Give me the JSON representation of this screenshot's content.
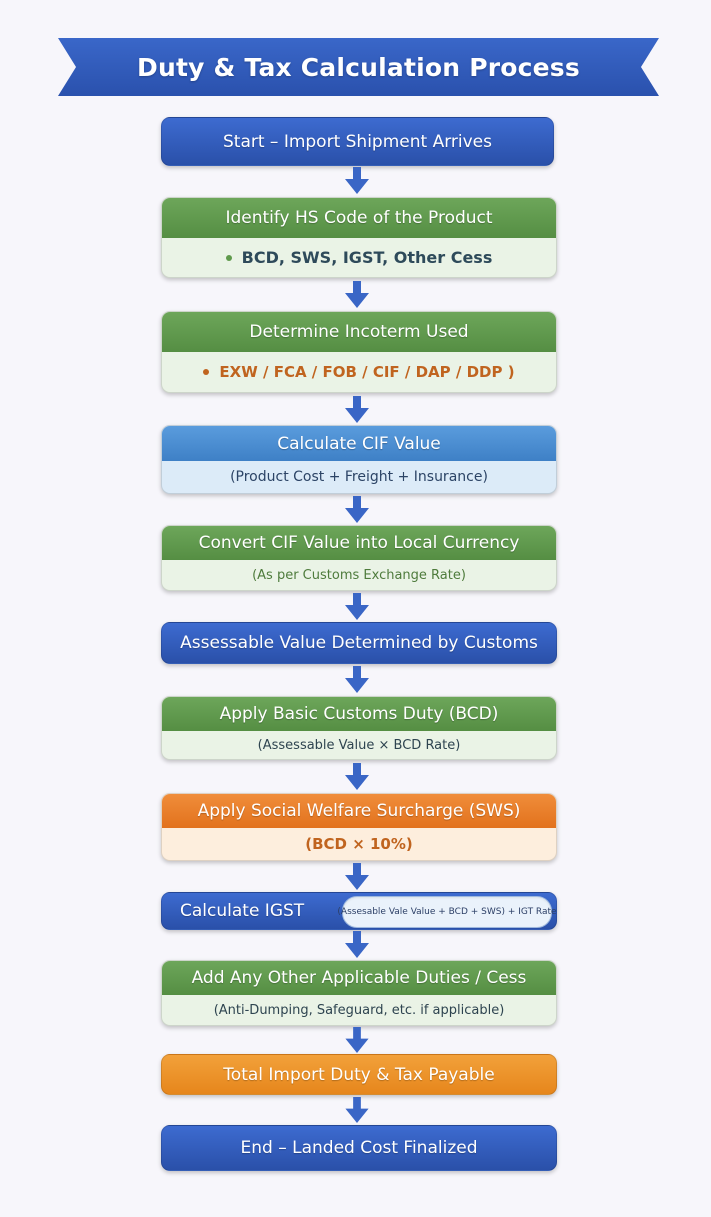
{
  "title": "Duty & Tax Calculation Process",
  "steps": [
    {
      "label": "Start – Import Shipment Arrives"
    },
    {
      "label": "Identify HS Code of the Product",
      "detail": "BCD, SWS, IGST, Other Cess"
    },
    {
      "label": "Determine Incoterm Used",
      "detail": "EXW / FCA / FOB / CIF / DAP / DDP )"
    },
    {
      "label": "Calculate CIF Value",
      "detail": "(Product Cost + Freight + Insurance)"
    },
    {
      "label": "Convert CIF Value into Local Currency",
      "detail": "(As per Customs Exchange Rate)"
    },
    {
      "label": "Assessable Value Determined by Customs"
    },
    {
      "label": "Apply Basic Customs Duty (BCD)",
      "detail": "(Assessable Value × BCD Rate)"
    },
    {
      "label": "Apply Social Welfare Surcharge (SWS)",
      "detail": "(BCD × 10%)"
    },
    {
      "label": "Calculate IGST",
      "detail": "(Assesable Vale Value + BCD + SWS) + IGT Rate"
    },
    {
      "label": "Add Any Other Applicable Duties / Cess",
      "detail": "(Anti-Dumping, Safeguard, etc. if applicable)"
    },
    {
      "label": "Total Import Duty & Tax Payable"
    },
    {
      "label": "End – Landed Cost Finalized"
    }
  ],
  "colors": {
    "blue": "#2f58b5",
    "green": "#5f9a4c",
    "light_blue": "#4a8dd2",
    "orange": "#e97d2b",
    "arrow": "#3a66c6"
  }
}
